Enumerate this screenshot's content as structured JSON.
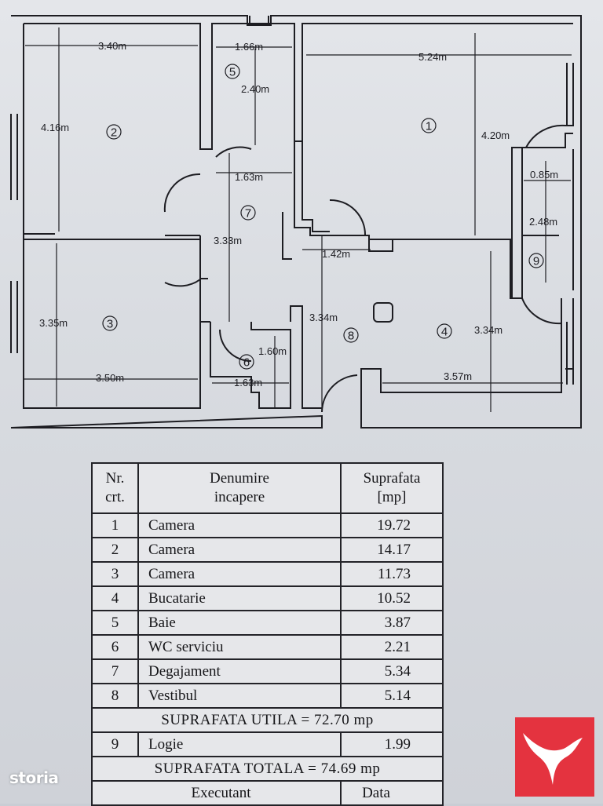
{
  "plan": {
    "dimensions": [
      {
        "id": "d1",
        "text": "3.40m"
      },
      {
        "id": "d2",
        "text": "1.66m"
      },
      {
        "id": "d3",
        "text": "5.24m"
      },
      {
        "id": "d4",
        "text": "4.16m"
      },
      {
        "id": "d5",
        "text": "2.40m"
      },
      {
        "id": "d6",
        "text": "4.20m"
      },
      {
        "id": "d7",
        "text": "1.63m"
      },
      {
        "id": "d8",
        "text": "0.85m"
      },
      {
        "id": "d9",
        "text": "2.48m"
      },
      {
        "id": "d10",
        "text": "3.33m"
      },
      {
        "id": "d11",
        "text": "1.42m"
      },
      {
        "id": "d12",
        "text": "3.35m"
      },
      {
        "id": "d13",
        "text": "3.34m"
      },
      {
        "id": "d14",
        "text": "3.34m"
      },
      {
        "id": "d15",
        "text": "1.60m"
      },
      {
        "id": "d16",
        "text": "3.50m"
      },
      {
        "id": "d17",
        "text": "1.63m"
      },
      {
        "id": "d18",
        "text": "3.57m"
      }
    ],
    "room_markers": [
      "1",
      "2",
      "3",
      "4",
      "5",
      "6",
      "7",
      "8",
      "9"
    ]
  },
  "table": {
    "headers": {
      "nr": [
        "Nr.",
        "crt."
      ],
      "denumire": [
        "Denumire",
        "incapere"
      ],
      "suprafata": [
        "Suprafata",
        "[mp]"
      ]
    },
    "rows": [
      {
        "nr": "1",
        "name": "Camera",
        "area": "19.72"
      },
      {
        "nr": "2",
        "name": "Camera",
        "area": "14.17"
      },
      {
        "nr": "3",
        "name": "Camera",
        "area": "11.73"
      },
      {
        "nr": "4",
        "name": "Bucatarie",
        "area": "10.52"
      },
      {
        "nr": "5",
        "name": "Baie",
        "area": "3.87"
      },
      {
        "nr": "6",
        "name": "WC serviciu",
        "area": "2.21"
      },
      {
        "nr": "7",
        "name": "Degajament",
        "area": "5.34"
      },
      {
        "nr": "8",
        "name": "Vestibul",
        "area": "5.14"
      }
    ],
    "suprafata_utila": "SUPRAFATA  UTILA = 72.70 mp",
    "row9": {
      "nr": "9",
      "name": "Logie",
      "area": "1.99"
    },
    "suprafata_totala": "SUPRAFATA  TOTALA = 74.69 mp",
    "footer": {
      "executant": "Executant",
      "data": "Data"
    }
  },
  "watermark": {
    "brand": "storia"
  },
  "colors": {
    "ink": "#1d1d22",
    "paper": "#dfe1e5",
    "logo_red": "#e4333f"
  }
}
